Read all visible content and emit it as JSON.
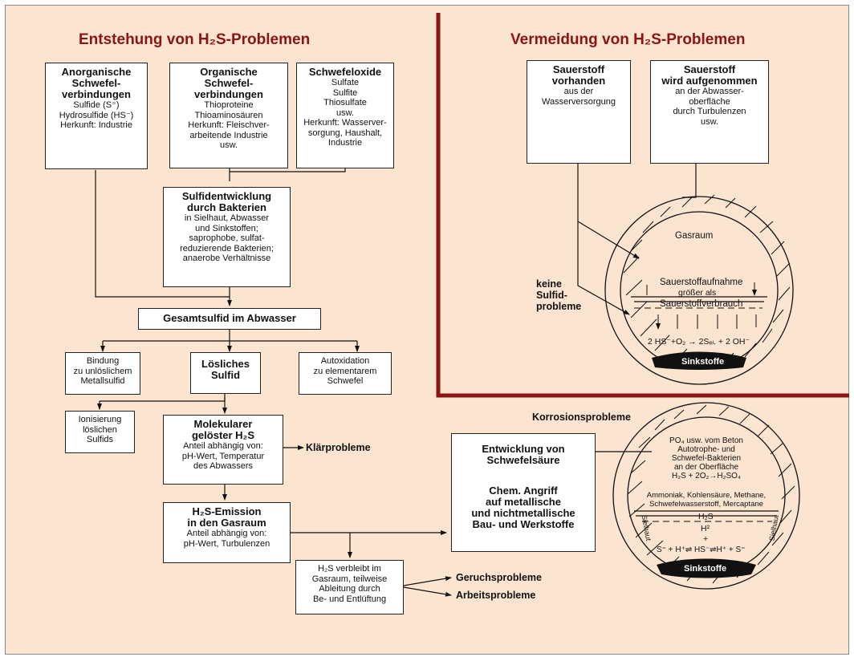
{
  "left_title": "Entstehung von H₂S-Problemen",
  "right_title": "Vermeidung von H₂S-Problemen",
  "boxes": {
    "anorganisch": {
      "heading": [
        "Anorganische",
        "Schwefel-",
        "verbindungen"
      ],
      "lines": [
        "Sulfide (S⁼)",
        "Hydrosulfide (HS⁻)",
        "Herkunft: Industrie"
      ]
    },
    "organisch": {
      "heading": [
        "Organische",
        "Schwefel-",
        "verbindungen"
      ],
      "lines": [
        "Thioproteine",
        "Thioaminosäuren",
        "Herkunft: Fleischver-",
        "arbeitende Industrie",
        "usw."
      ]
    },
    "schwefeloxide": {
      "heading": [
        "Schwefeloxide"
      ],
      "lines": [
        "Sulfate",
        "Sulfite",
        "Thiosulfate",
        "usw.",
        "Herkunft: Wasserver-",
        "sorgung, Haushalt,",
        "Industrie"
      ]
    },
    "sulfidentwicklung": {
      "heading": [
        "Sulfidentwicklung",
        "durch Bakterien"
      ],
      "lines": [
        "in Sielhaut, Abwasser",
        "und Sinkstoffen;",
        "saprophobe, sulfat-",
        "reduzierende Bakterien;",
        "anaerobe Verhältnisse"
      ]
    },
    "gesamtsulfid": {
      "heading": [
        "Gesamtsulfid im Abwasser"
      ],
      "lines": []
    },
    "bindung": {
      "heading": [],
      "lines": [
        "Bindung",
        "zu unlöslichem",
        "Metallsulfid"
      ]
    },
    "loesliches": {
      "heading": [
        "Lösliches",
        "Sulfid"
      ],
      "lines": []
    },
    "autoxidation": {
      "heading": [],
      "lines": [
        "Autoxidation",
        "zu elementarem",
        "Schwefel"
      ]
    },
    "ionisierung": {
      "heading": [],
      "lines": [
        "Ionisierung",
        "löslichen",
        "Sulfids"
      ]
    },
    "molekularer": {
      "heading": [
        "Molekularer",
        "gelöster H₂S"
      ],
      "lines": [
        "Anteil abhängig von:",
        "pH-Wert, Temperatur",
        "des Abwassers"
      ]
    },
    "emission": {
      "heading": [
        "H₂S-Emission",
        "in den Gasraum"
      ],
      "lines": [
        "Anteil abhängig von:",
        "pH-Wert, Turbulenzen"
      ]
    },
    "verbleibt": {
      "heading": [],
      "lines": [
        "H₂S verbleibt im",
        "Gasraum, teilweise",
        "Ableitung durch",
        "Be- und Entlüftung"
      ]
    },
    "sauerstoff_vorhanden": {
      "heading": [
        "Sauerstoff",
        "vorhanden"
      ],
      "lines": [
        "aus der",
        "Wasserversorgung"
      ]
    },
    "sauerstoff_aufgenommen": {
      "heading": [
        "Sauerstoff",
        "wird aufgenommen"
      ],
      "lines": [
        "an der Abwasser-",
        "oberfläche",
        "durch Turbulenzen",
        "usw."
      ]
    },
    "schwefelsaeure": {
      "heading": [
        "Entwicklung von",
        "Schwefelsäure"
      ],
      "lines": []
    },
    "angriff": {
      "heading": [
        "Chem. Angriff",
        "auf metallische",
        "und nichtmetallische",
        "Bau- und Werkstoffe"
      ],
      "lines": []
    }
  },
  "labels": {
    "klaerprobleme": "Klärprobleme",
    "geruchsprobleme": "Geruchsprobleme",
    "arbeitsprobleme": "Arbeitsprobleme",
    "keine_sulfid": [
      "keine",
      "Sulfid-",
      "probleme"
    ],
    "korrosionsprobleme": "Korrosionsprobleme"
  },
  "pipe_top": {
    "gasraum": "Gasraum",
    "aufnahme": [
      "Sauerstoffaufnahme",
      "größer als",
      "Sauerstoffverbrauch"
    ],
    "reaction": "2 HS⁻+O₂ → 2Sₑₗ. + 2 OH⁻",
    "sinkstoffe": "Sinkstoffe"
  },
  "pipe_bottom": {
    "lines": [
      "PO₄ usw. vom Beton",
      "Autotrophe- und",
      "Schwefel-Bakterien",
      "an der Oberfläche",
      "H₂S + 2O₂→H₂SO₄",
      "Ammoniak, Kohlensäure, Methane,",
      "Schwefelwasserstoff, Mercaptane"
    ],
    "h2s": "H₂S",
    "h2": "H²",
    "plus": "+",
    "equilibrium": "S⁼ + H⁺⇌ HS⁻⇌H⁺ + S⁼",
    "sielhaut_left": "Sielhaut",
    "sielhaut_right": "Sielhaut",
    "sinkstoffe": "Sinkstoffe"
  },
  "colors": {
    "background": "#fbe4d0",
    "accent": "#8b1414",
    "line": "#111111"
  }
}
